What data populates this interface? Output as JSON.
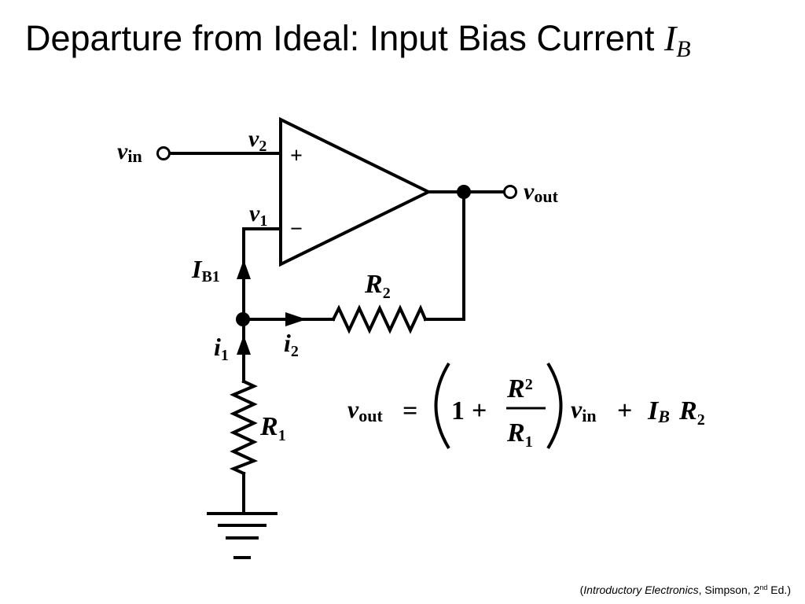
{
  "title": {
    "text": "Departure from Ideal: Input Bias Current ",
    "symbol_main": "I",
    "symbol_sub": "B"
  },
  "circuit": {
    "terminals": {
      "vin_main": "v",
      "vin_sub": "in",
      "vout_main": "v",
      "vout_sub": "out"
    },
    "opamp": {
      "plus_sign": "+",
      "minus_sign": "−",
      "v2_main": "v",
      "v2_sub": "2",
      "v1_main": "v",
      "v1_sub": "1"
    },
    "currents": {
      "ib1_main": "I",
      "ib1_sub": "B1",
      "i1_main": "i",
      "i1_sub": "1",
      "i2_main": "i",
      "i2_sub": "2"
    },
    "resistors": {
      "r1_main": "R",
      "r1_sub": "1",
      "r2_main": "R",
      "r2_sub": "2"
    }
  },
  "equation": {
    "lhs_main": "v",
    "lhs_sub": "out",
    "equals": "=",
    "one": "1",
    "plus": "+",
    "num_main": "R",
    "num_sub": "2",
    "den_main": "R",
    "den_sub": "1",
    "vin_main": "v",
    "vin_sub": "in",
    "plus2": "+",
    "ib_main": "I",
    "ib_sub": "B",
    "r2_main": "R",
    "r2_sub": "2"
  },
  "citation": {
    "open": "(",
    "book": "Introductory Electronics",
    "author": ", Simpson, 2",
    "edition_sup": "nd",
    "close": " Ed.)"
  }
}
